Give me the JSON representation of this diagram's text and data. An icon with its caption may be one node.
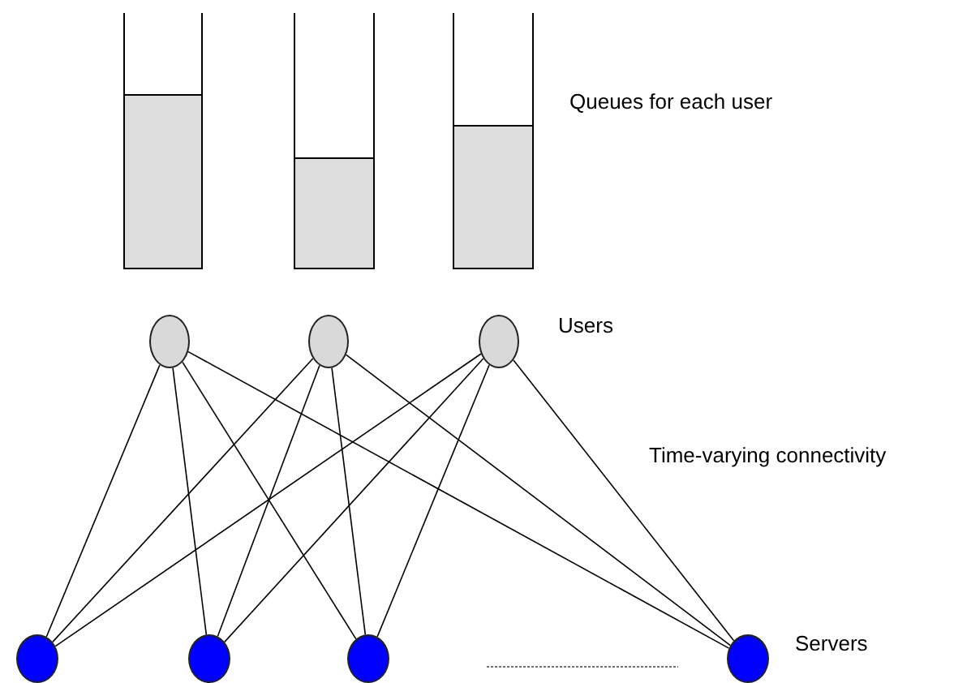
{
  "diagram": {
    "nodes": [
      {
        "text": [],
        "shape": "box"
      },
      {
        "text": [],
        "shape": "box"
      },
      {
        "text": [],
        "shape": "box"
      },
      {
        "text": [],
        "shape": "circle"
      },
      {
        "text": [],
        "shape": "circle"
      },
      {
        "text": [],
        "shape": "circle"
      },
      {
        "text": [],
        "shape": "circle"
      },
      {
        "text": [],
        "shape": "circle"
      },
      {
        "text": [],
        "shape": "circle"
      },
      {
        "text": [],
        "shape": "circle"
      }
    ],
    "edges": [
      {
        "from": 3,
        "to": 6,
        "arrow": "none"
      },
      {
        "from": 3,
        "to": 7,
        "arrow": "none"
      },
      {
        "from": 3,
        "to": 8,
        "arrow": "none"
      },
      {
        "from": 3,
        "to": 9,
        "arrow": "none"
      },
      {
        "from": 4,
        "to": 6,
        "arrow": "none"
      },
      {
        "from": 4,
        "to": 7,
        "arrow": "none"
      },
      {
        "from": 4,
        "to": 8,
        "arrow": "none"
      },
      {
        "from": 4,
        "to": 9,
        "arrow": "none"
      },
      {
        "from": 5,
        "to": 6,
        "arrow": "none"
      },
      {
        "from": 5,
        "to": 7,
        "arrow": "none"
      },
      {
        "from": 5,
        "to": 8,
        "arrow": "none"
      },
      {
        "from": 5,
        "to": 9,
        "arrow": "none"
      }
    ],
    "labels": [
      "Queues for each user",
      "Users",
      "Time-varying connectivity",
      "Servers"
    ]
  }
}
